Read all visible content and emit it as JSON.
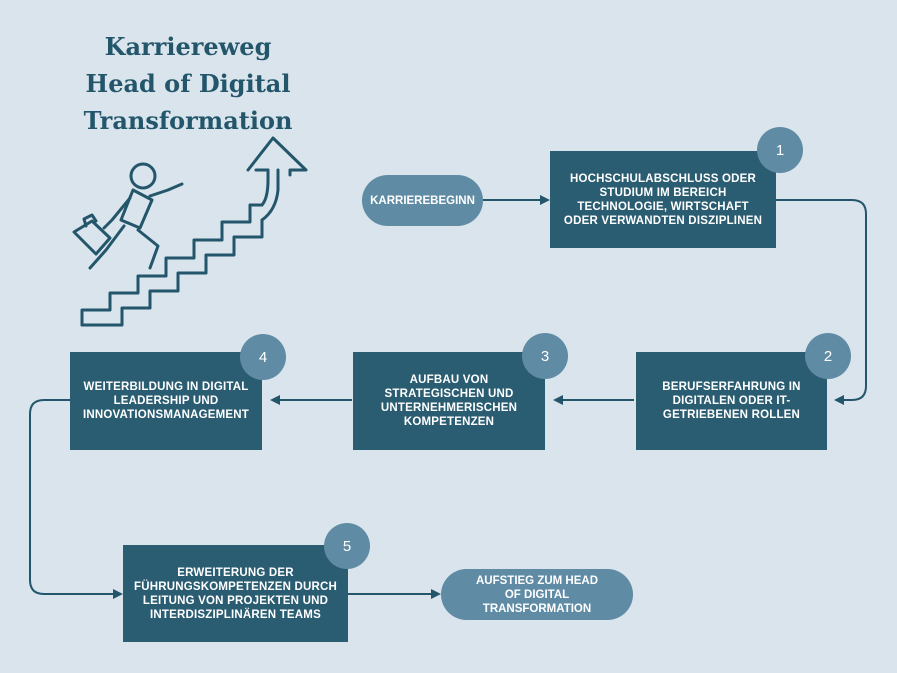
{
  "title": {
    "line1": "Karriereweg",
    "line2": "Head of Digital",
    "line3": "Transformation"
  },
  "start": "KARRIEREBEGINN",
  "steps": [
    {
      "number": "1",
      "text": "HOCHSCHULABSCHLUSS ODER STUDIUM IM BEREICH TECHNOLOGIE, WIRTSCHAFT ODER VERWANDTEN DISZIPLINEN"
    },
    {
      "number": "2",
      "text": "BERUFSERFAHRUNG IN DIGITALEN ODER IT-GETRIEBENEN ROLLEN"
    },
    {
      "number": "3",
      "text": "AUFBAU VON STRATEGISCHEN UND UNTERNEHMERISCHEN KOMPETENZEN"
    },
    {
      "number": "4",
      "text": "WEITERBILDUNG IN DIGITAL LEADERSHIP UND INNOVATIONSMANAGEMENT"
    },
    {
      "number": "5",
      "text": "ERWEITERUNG DER FÜHRUNGSKOMPETENZEN DURCH LEITUNG VON PROJEKTEN UND INTERDISZIPLINÄREN TEAMS"
    }
  ],
  "end": "AUFSTIEG ZUM HEAD OF DIGITAL TRANSFORMATION",
  "colors": {
    "background": "#d9e4ec",
    "box": "#2b5d72",
    "accent": "#5f8ba5",
    "title": "#24566b"
  },
  "icons": {
    "illustration": "person-climbing-stairs-icon"
  }
}
